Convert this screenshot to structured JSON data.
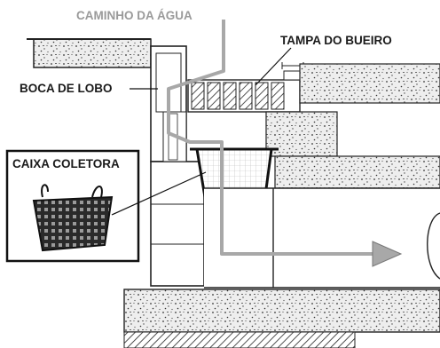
{
  "labels": {
    "caminho_da_agua": "CAMINHO DA ÁGUA",
    "tampa_do_bueiro": "TAMPA DO BUEIRO",
    "boca_de_lobo": "BOCA DE LOBO",
    "caixa_coletora": "CAIXA COLETORA"
  },
  "colors": {
    "water_path": "#a8a8a8",
    "ink": "#1a1a1a",
    "paper": "#ffffff",
    "concrete_shade": "#e6e6e6"
  }
}
